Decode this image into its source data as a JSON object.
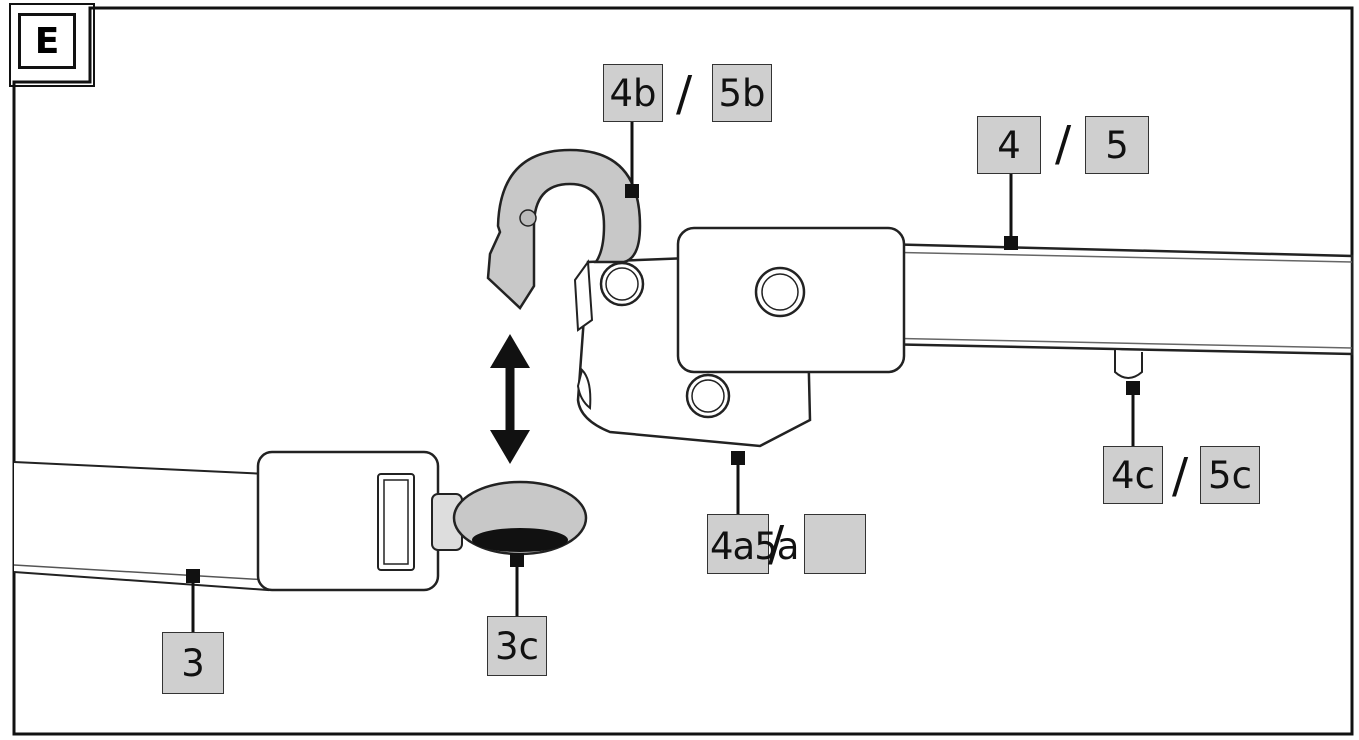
{
  "panel": {
    "letter": "E"
  },
  "callouts": {
    "c4b": "4b",
    "c5b": "5b",
    "c4": "4",
    "c5": "5",
    "c4c": "4c",
    "c5c": "5c",
    "c4a5a": "4a5a",
    "c5a": "",
    "c3": "3",
    "c3c": "3c",
    "slash": "/"
  },
  "colors": {
    "label_fill": "#cfcfcf",
    "line": "#111111",
    "part_fill": "#ffffff",
    "eye_fill": "#c8c8c8"
  }
}
